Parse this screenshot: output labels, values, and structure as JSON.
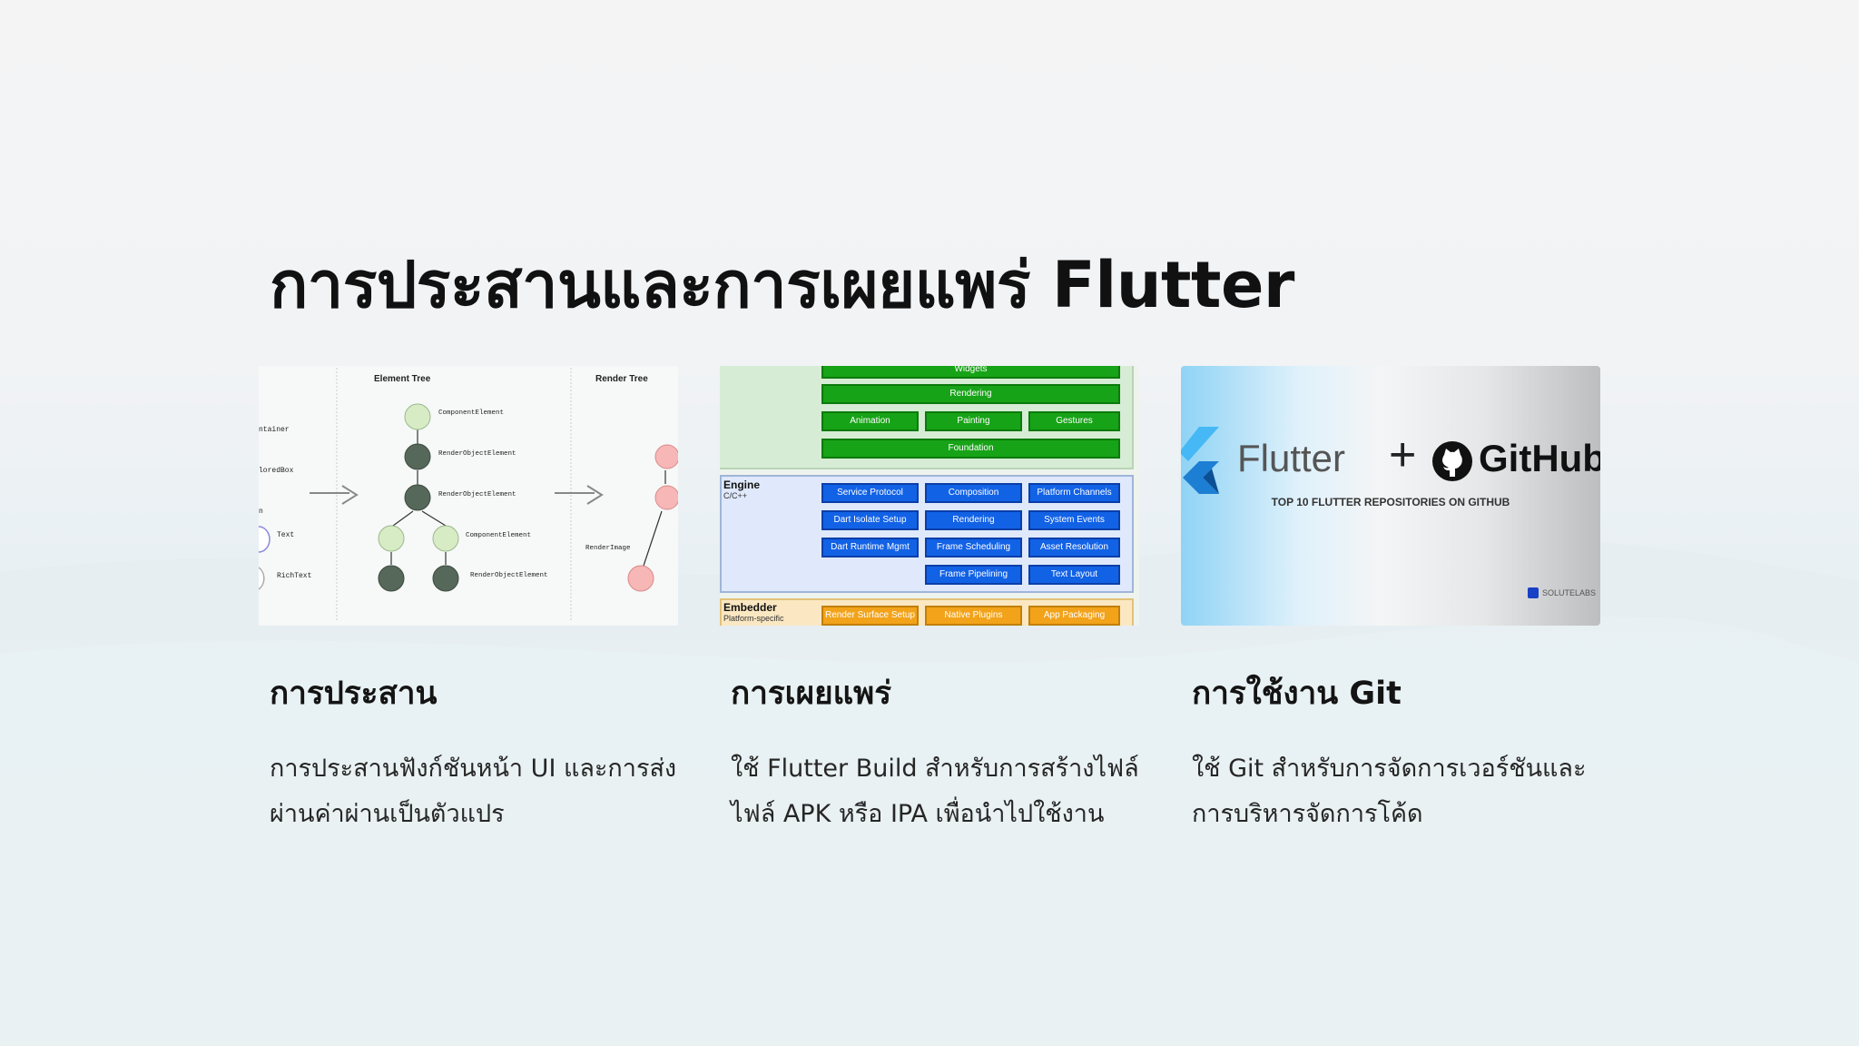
{
  "slide": {
    "title": "การประสานและการเผยแพร่ Flutter"
  },
  "cards": [
    {
      "heading": "การประสาน",
      "body": "การประสานฟังก์ชันหน้า UI และการส่งผ่านค่าผ่านเป็นตัวแปร",
      "image": {
        "element_tree_label": "Element Tree",
        "render_tree_label": "Render Tree",
        "left_labels": [
          "ntainer",
          "loredBox",
          "n",
          "Text",
          "RichText"
        ],
        "element_labels": [
          "ComponentElement",
          "RenderObjectElement",
          "RenderObjectElement",
          "ComponentElement",
          "RenderObjectElement"
        ],
        "render_label": "RenderImage"
      }
    },
    {
      "heading": "การเผยแพร่",
      "body": "ใช้ Flutter Build สำหรับการสร้างไฟล์ไฟล์ APK หรือ IPA เพื่อนำไปใช้งาน",
      "image": {
        "framework": [
          "Widgets",
          "Rendering",
          "Animation",
          "Painting",
          "Gestures",
          "Foundation"
        ],
        "engine_title": "Engine",
        "engine_sub": "C/C++",
        "engine_blocks": [
          "Service Protocol",
          "Composition",
          "Platform Channels",
          "Dart Isolate Setup",
          "Rendering",
          "System Events",
          "Dart Runtime Mgmt",
          "Frame Scheduling",
          "Asset Resolution",
          "Frame Pipelining",
          "Text Layout"
        ],
        "embedder_title": "Embedder",
        "embedder_sub": "Platform-specific",
        "embedder_blocks": [
          "Render Surface Setup",
          "Native Plugins",
          "App Packaging"
        ]
      }
    },
    {
      "heading": "การใช้งาน Git",
      "body": "ใช้ Git สำหรับการจัดการเวอร์ชันและการบริหารจัดการโค้ด",
      "image": {
        "flutter_word": "Flutter",
        "plus": "+",
        "github_word": "GitHub",
        "subtitle": "TOP 10 FLUTTER REPOSITORIES ON GITHUB",
        "brand": "SOLUTELABS"
      }
    }
  ],
  "colors": {
    "framework_green": "#17a317",
    "engine_blue": "#1262e6",
    "embedder_orange": "#f2a31a",
    "node_dark": "#56685a",
    "node_light": "#d7ecc5",
    "node_pink": "#f7b7b7"
  },
  "icons": [
    "flutter-logo-icon",
    "github-octocat-icon",
    "solutelabs-logo-icon",
    "arrow-right-icon"
  ]
}
